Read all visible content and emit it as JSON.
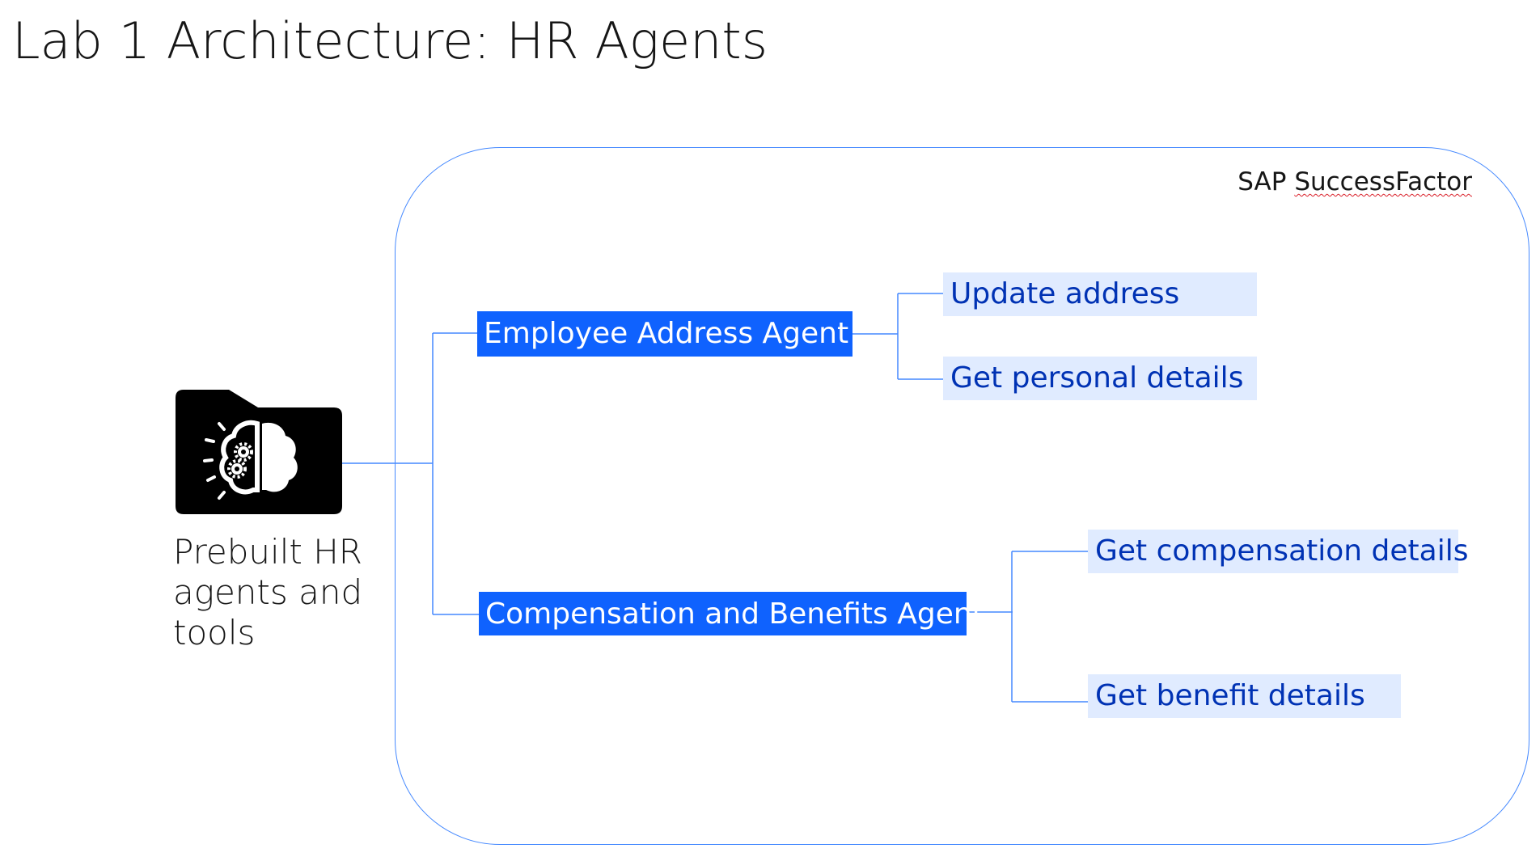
{
  "title": "Lab 1 Architecture: HR Agents",
  "source": {
    "icon": "brain-gears-folder-icon",
    "label": "Prebuilt HR\nagents and\ntools"
  },
  "container": {
    "label_prefix": "SAP ",
    "label_word": "SuccessFactor"
  },
  "agents": [
    {
      "label": "Employee Address Agent",
      "tools": [
        "Update address",
        "Get personal details"
      ]
    },
    {
      "label": "Compensation and Benefits Agent",
      "tools": [
        "Get compensation details",
        "Get benefit details"
      ]
    }
  ],
  "colors": {
    "agent_fill": "#0f62fe",
    "tool_fill": "#e0ebff",
    "tool_text": "#0032b4",
    "connector": "#4589ff"
  }
}
